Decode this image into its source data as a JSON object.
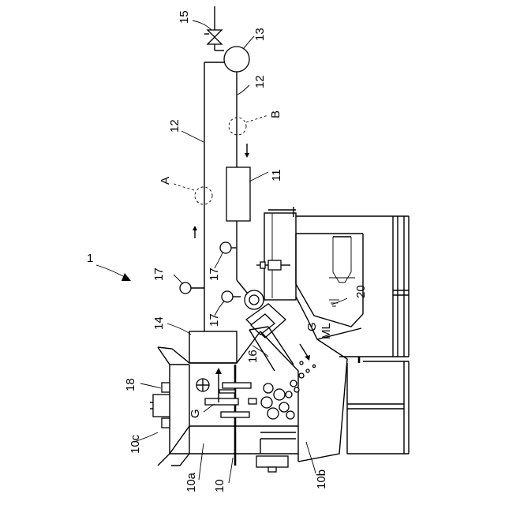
{
  "labels": {
    "l1": "1",
    "l10": "10",
    "l10a": "10a",
    "l10b": "10b",
    "l10c": "10c",
    "l11": "11",
    "l12a": "12",
    "l12b": "12",
    "l13": "13",
    "l14": "14",
    "l15": "15",
    "l16": "16",
    "l17a": "17",
    "l17b": "17",
    "l17c": "17",
    "l18": "18",
    "l20": "20",
    "lA": "A",
    "lB": "B",
    "lG1": "G",
    "lG2": "G",
    "lML": "ML"
  }
}
